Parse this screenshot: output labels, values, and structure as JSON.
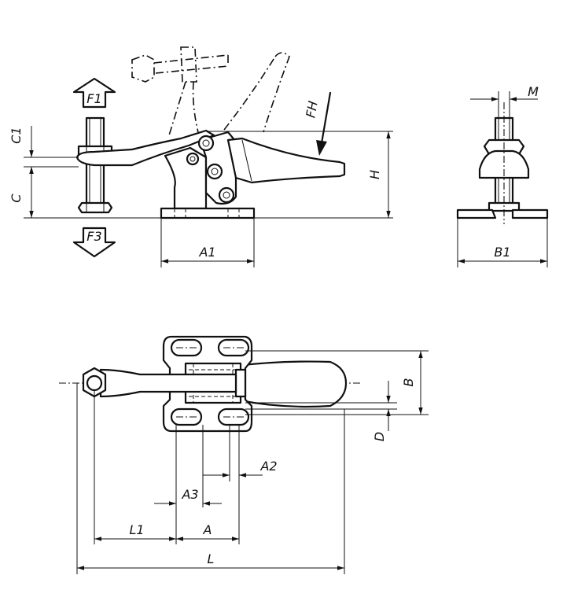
{
  "labels": {
    "F1": "F1",
    "F3": "F3",
    "FH": "FH",
    "C1": "C1",
    "C": "C",
    "H": "H",
    "M": "M",
    "A1": "A1",
    "B1": "B1",
    "B": "B",
    "D": "D",
    "A2": "A2",
    "A3": "A3",
    "L1": "L1",
    "A": "A",
    "L": "L"
  }
}
